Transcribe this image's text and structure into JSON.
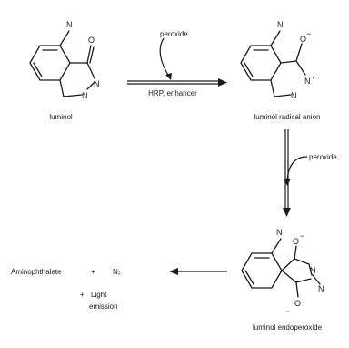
{
  "molecules": {
    "luminol": {
      "name": "luminol",
      "amine": "N",
      "carbonyl": "O",
      "n1": "N",
      "n2": "N"
    },
    "radical_anion": {
      "name": "luminol radical anion",
      "amine": "N",
      "oxide": "O",
      "charge1": "−",
      "n1": "N",
      "n2": "N",
      "dot": "·"
    },
    "endoperoxide": {
      "name": "luminol endoperoxide",
      "amine": "N",
      "o_top": "O",
      "o_bottom": "O",
      "n1": "N",
      "n2": "N",
      "charge_top": "−",
      "charge_bottom": "−"
    }
  },
  "reactions": {
    "step1": {
      "reagent_above": "peroxide",
      "reagent_below": "HRP, enhancer"
    },
    "step2": {
      "reagent": "peroxide"
    }
  },
  "products": {
    "aminophthalate": "Aminophthalate",
    "plus1": "+",
    "nitrogen": "N₂",
    "plus2": "+",
    "light_line1": "Light",
    "light_line2": "emission"
  }
}
